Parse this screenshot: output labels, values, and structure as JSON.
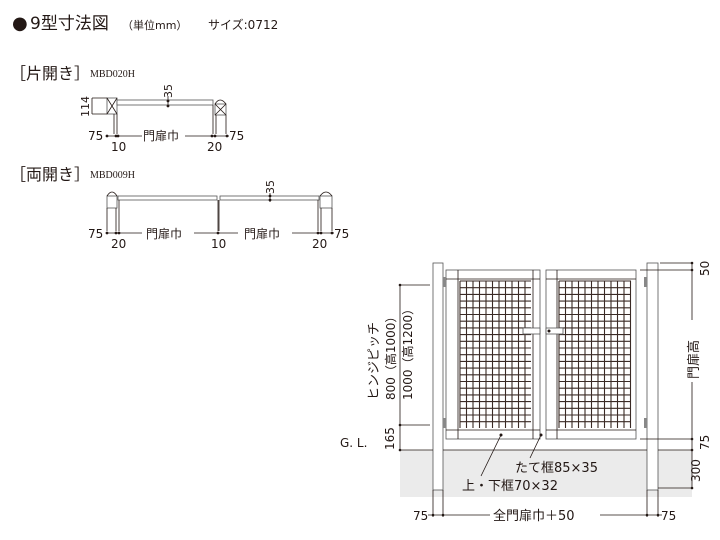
{
  "title": {
    "bullet": "●",
    "main": "9型寸法図",
    "unit": "（単位mm）",
    "size": "サイズ:0712"
  },
  "single": {
    "label": "［片開き］",
    "model": "MBD020H",
    "dims": {
      "depth": "35",
      "height": "114",
      "left_post": "75",
      "right_post": "75",
      "left_gap": "10",
      "right_gap": "20",
      "width": "門扉巾"
    }
  },
  "double": {
    "label": "［両開き］",
    "model": "MBD009H",
    "dims": {
      "depth": "35",
      "left_post": "75",
      "right_post": "75",
      "left_gap": "20",
      "center_gap": "10",
      "right_gap": "20",
      "width_left": "門扉巾",
      "width_right": "門扉巾"
    }
  },
  "elevation": {
    "hinge_pitch": "ヒンジピッチ",
    "hinge_800": "800（高1000）",
    "hinge_1000": "1000（高1200）",
    "bottom_165": "165",
    "gl": "G. L.",
    "top_50": "50",
    "gate_height": "門扉高",
    "bottom_75": "75",
    "embed_300": "300",
    "stile": "たて框85×35",
    "rail": "上・下框70×32",
    "post_left": "75",
    "post_right": "75",
    "total_width": "全門扉巾＋50"
  },
  "colors": {
    "ink": "#231815",
    "ground": "#ebebeb"
  }
}
